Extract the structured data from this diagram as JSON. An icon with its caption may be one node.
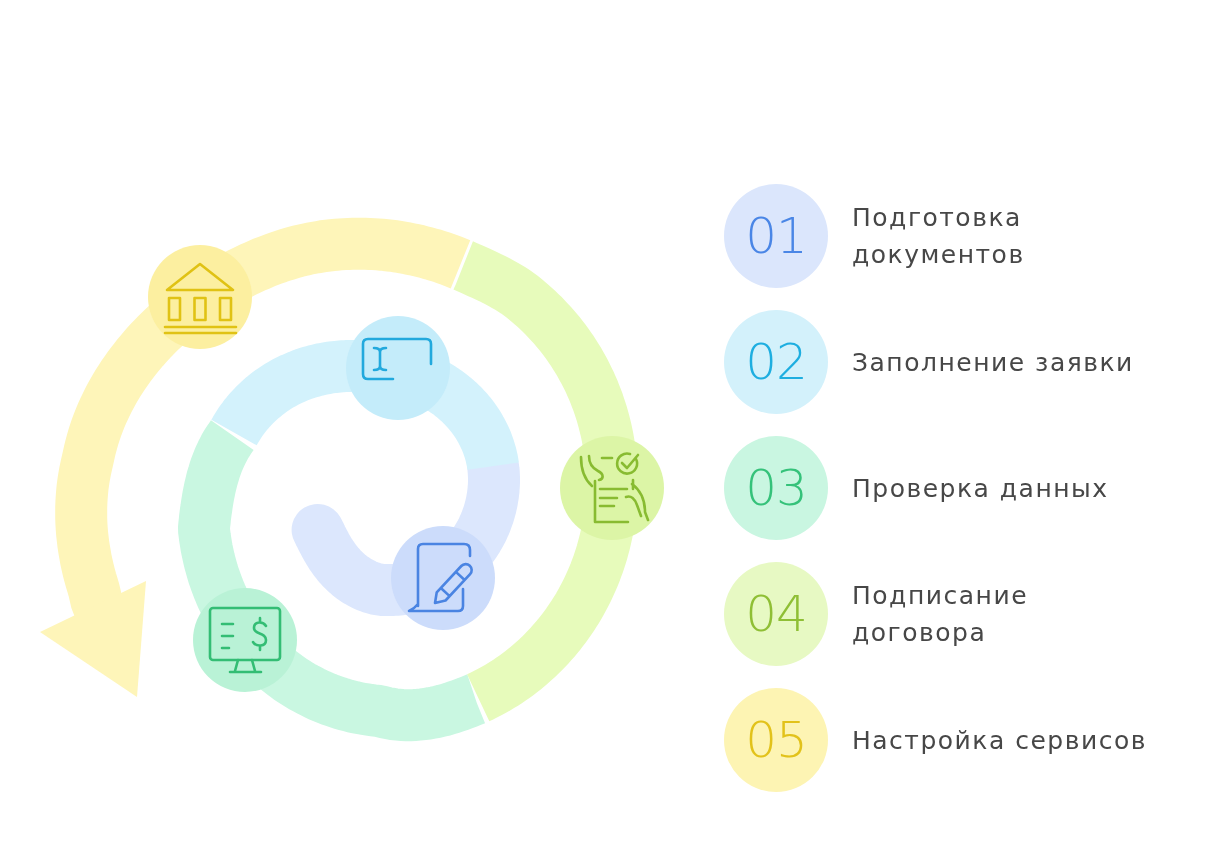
{
  "diagram": {
    "nodes": [
      {
        "text": [
          "01"
        ],
        "beside": [
          "Подготовка документов"
        ]
      },
      {
        "text": [
          "02"
        ],
        "beside": [
          "Заполнение заявки"
        ]
      },
      {
        "text": [
          "03"
        ],
        "beside": [
          "Проверка данных"
        ]
      },
      {
        "text": [
          "04"
        ],
        "beside": [
          "Подписание договора"
        ]
      },
      {
        "text": [
          "05"
        ],
        "beside": [
          "Настройка сервисов"
        ]
      }
    ]
  }
}
